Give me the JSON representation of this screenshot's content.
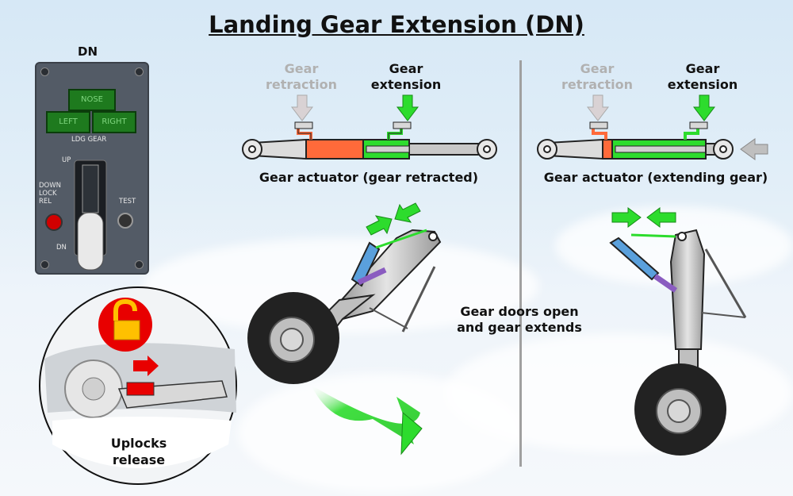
{
  "title": "Landing Gear Extension (DN)",
  "panel": {
    "heading": "DN",
    "nose": "NOSE",
    "left": "LEFT",
    "right": "RIGHT",
    "ldg_gear": "LDG GEAR",
    "up": "UP",
    "dn": "DN",
    "down_lock_rel": [
      "DOWN",
      "LOCK",
      "REL"
    ],
    "test": "TEST"
  },
  "actuator_left": {
    "retraction": [
      "Gear",
      "retraction"
    ],
    "extension": [
      "Gear",
      "extension"
    ],
    "caption": "Gear actuator (gear retracted)"
  },
  "actuator_right": {
    "retraction": [
      "Gear",
      "retraction"
    ],
    "extension": [
      "Gear",
      "extension"
    ],
    "caption": "Gear actuator (extending gear)"
  },
  "gear_doors": [
    "Gear doors open",
    "and gear extends"
  ],
  "uplocks": [
    "Uplocks",
    "release"
  ],
  "colors": {
    "green": "#2ddc2d",
    "orange": "#ff6a3a",
    "grey_arrow": "#bfbfbf",
    "red": "#e80000",
    "lock_yellow": "#ffc000",
    "strut_blue": "#5aa0dc"
  },
  "icons": [
    "unlock-icon",
    "arrow-down-icon",
    "arrow-right-icon",
    "arrow-left-icon",
    "curved-arrow-icon"
  ]
}
